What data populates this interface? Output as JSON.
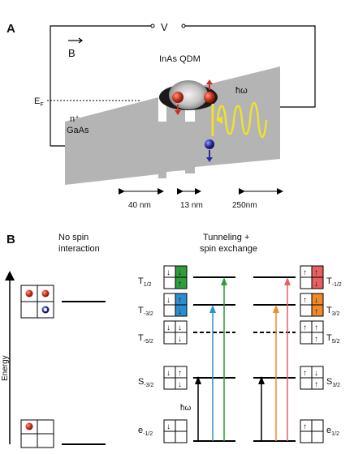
{
  "panel_a": {
    "label": "A",
    "voltage_label": "V",
    "field_label": "B",
    "qdm_label": "InAs QDM",
    "fermi_label": "E",
    "fermi_sub": "F",
    "photon_label": "ħω",
    "contact_label_line1": "n⁺",
    "contact_label_line2": "GaAs",
    "dims": [
      "40 nm",
      "13 nm",
      "250nm"
    ]
  },
  "panel_b": {
    "label": "B",
    "left_title_line1": "No spin",
    "left_title_line2": "interaction",
    "right_title_line1": "Tunneling +",
    "right_title_line2": "spin exchange",
    "energy_axis": "Energy",
    "photon_label": "ħω",
    "levels_left": [
      {
        "name": "T",
        "sub": "1/2"
      },
      {
        "name": "T",
        "sub": "-3/2"
      },
      {
        "name": "T",
        "sub": "-5/2"
      },
      {
        "name": "S",
        "sub": "-3/2"
      },
      {
        "name": "e",
        "sub": "-1/2"
      }
    ],
    "levels_right": [
      {
        "name": "T",
        "sub": "-1/2"
      },
      {
        "name": "T",
        "sub": "3/2"
      },
      {
        "name": "T",
        "sub": "5/2"
      },
      {
        "name": "S",
        "sub": "3/2"
      },
      {
        "name": "e",
        "sub": "1/2"
      }
    ]
  },
  "colors": {
    "barrier": "#b4b4b4",
    "electron": "#c8321e",
    "hole": "#2a2a9a",
    "photon": "#f0e030",
    "green": "#2e9e3a",
    "blue": "#2a8fd0",
    "orange": "#f08a2a",
    "salmon": "#e86060"
  }
}
